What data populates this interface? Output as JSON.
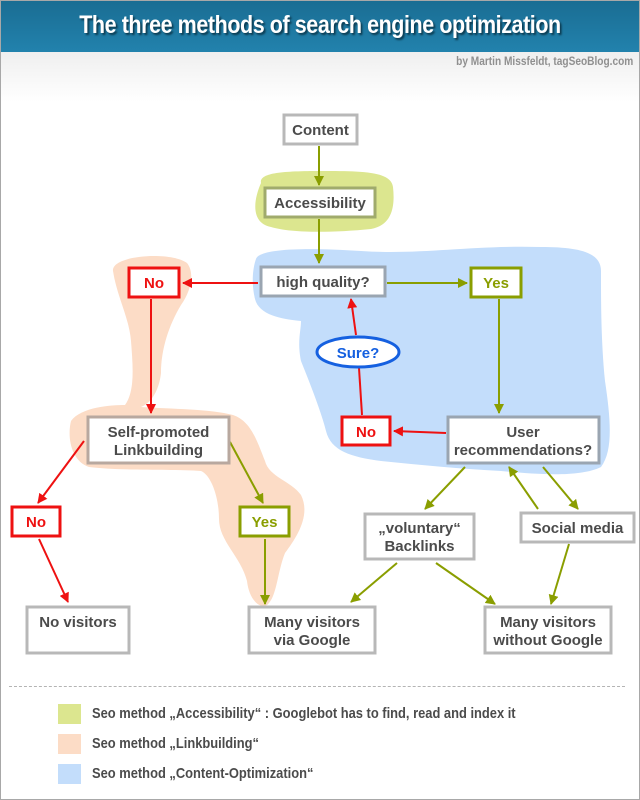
{
  "header": {
    "title": "The three methods of search engine optimization",
    "byline": "by Martin Missfeldt, tagSeoBlog.com"
  },
  "colors": {
    "header_blue": "#1e7aa4",
    "accessibility_region": "#dce68f",
    "linkbuilding_region": "#fcdcc6",
    "content_region": "#c3ddfb",
    "arrow_green": "#8a9e00",
    "arrow_red": "#ee1111",
    "box_red": "#ee1111",
    "box_green": "#8a9e00",
    "box_gray": "#b8b8b8",
    "sure_blue": "#1560e0"
  },
  "nodes": {
    "content": "Content",
    "accessibility": "Accessibility",
    "high_quality": "high quality?",
    "no_top": "No",
    "yes_top": "Yes",
    "sure": "Sure?",
    "no_loop": "No",
    "user_recommendations": [
      "User",
      "recommendations?"
    ],
    "self_promoted": [
      "Self-promoted",
      "Linkbuilding"
    ],
    "no_link": "No",
    "yes_link": "Yes",
    "voluntary_backlinks": [
      "„voluntary“",
      "Backlinks"
    ],
    "social_media": "Social media",
    "no_visitors": "No visitors",
    "visitors_google": [
      "Many visitors",
      "via Google"
    ],
    "visitors_without_google": [
      "Many visitors",
      "without Google"
    ]
  },
  "legend": [
    {
      "label": "Seo method „Accessibility“ : Googlebot has to find, read and index it",
      "color": "#dce68f"
    },
    {
      "label": "Seo method „Linkbuilding“",
      "color": "#fcdcc6"
    },
    {
      "label": "Seo method „Content-Optimization“",
      "color": "#c3ddfb"
    }
  ]
}
